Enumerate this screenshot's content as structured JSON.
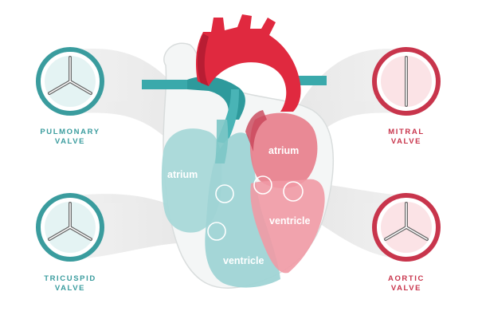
{
  "labels": {
    "pulmonary_valve": [
      "PULMONARY",
      "VALVE"
    ],
    "tricuspid_valve": [
      "TRICUSPID",
      "VALVE"
    ],
    "mitral_valve": [
      "MITRAL",
      "VALVE"
    ],
    "aortic_valve": [
      "AORTIC",
      "VALVE"
    ],
    "right_atrium": "atrium",
    "right_ventricle": "ventricle",
    "left_atrium": "atrium",
    "left_ventricle": "ventricle"
  },
  "colors": {
    "teal": "#3a9c9e",
    "teal_light": "#b7e0e0",
    "red": "#c8354c",
    "red_light": "#f3b7bf",
    "aorta_red": "#e0293f",
    "band_gray": "#e9e9e9"
  }
}
